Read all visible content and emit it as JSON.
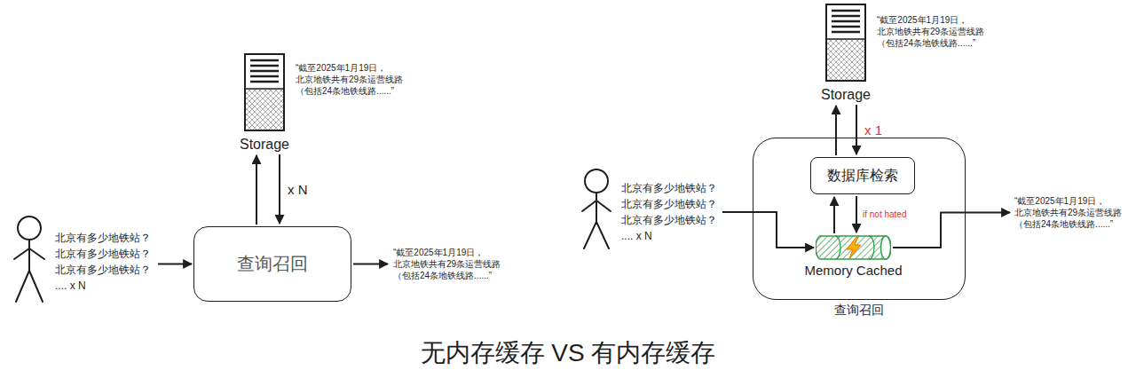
{
  "diagram": {
    "caption": "无内存缓存 VS 有内存缓存",
    "nodes": [
      {
        "text": [
          "北京有多少地铁站？",
          "北京有多少地铁站？",
          "北京有多少地铁站？",
          ".... x N"
        ]
      },
      {
        "text": [
          "Storage"
        ]
      },
      {
        "text": [
          "查询召回"
        ]
      },
      {
        "text": [
          "“截至2025年1月19日， 北京地铁共有29条运营线路 （包括24条地铁线路......”"
        ]
      },
      {
        "text": [
          "北京有多少地铁站？",
          "北京有多少地铁站？",
          "北京有多少地铁站？",
          ".... x N"
        ]
      },
      {
        "text": [
          "Storage"
        ]
      },
      {
        "text": [
          "查询召回"
        ]
      },
      {
        "text": [
          "数据库检索"
        ],
        "in": 6
      },
      {
        "text": [
          "Memory Cached"
        ],
        "in": 6
      },
      {
        "text": [
          "“截至2025年1月19日， 北京地铁共有29条运营线路 （包括24条地铁线路......”"
        ]
      }
    ],
    "edges": [
      {
        "from": 0,
        "to": 2,
        "arrow": "to"
      },
      {
        "from": 2,
        "to": 1,
        "arrow": "to"
      },
      {
        "from": 1,
        "to": 2,
        "label": "x N",
        "arrow": "to"
      },
      {
        "from": 2,
        "to": 3,
        "arrow": "to"
      },
      {
        "from": 4,
        "to": 8,
        "arrow": "to"
      },
      {
        "from": 7,
        "to": 5,
        "arrow": "to"
      },
      {
        "from": 5,
        "to": 7,
        "label": "x 1",
        "arrow": "to"
      },
      {
        "from": 8,
        "to": 7,
        "arrow": "to"
      },
      {
        "from": 7,
        "to": 8,
        "label": "if not hated",
        "arrow": "to"
      },
      {
        "from": 8,
        "to": 9,
        "arrow": "to"
      }
    ],
    "labels": [
      "“截至2025年1月19日， 北京地铁共有29条运营线路 （包括24条地铁线路......”",
      "“截至2025年1月19日， 北京地铁共有29条运营线路 （包括24条地铁线路......”"
    ]
  }
}
